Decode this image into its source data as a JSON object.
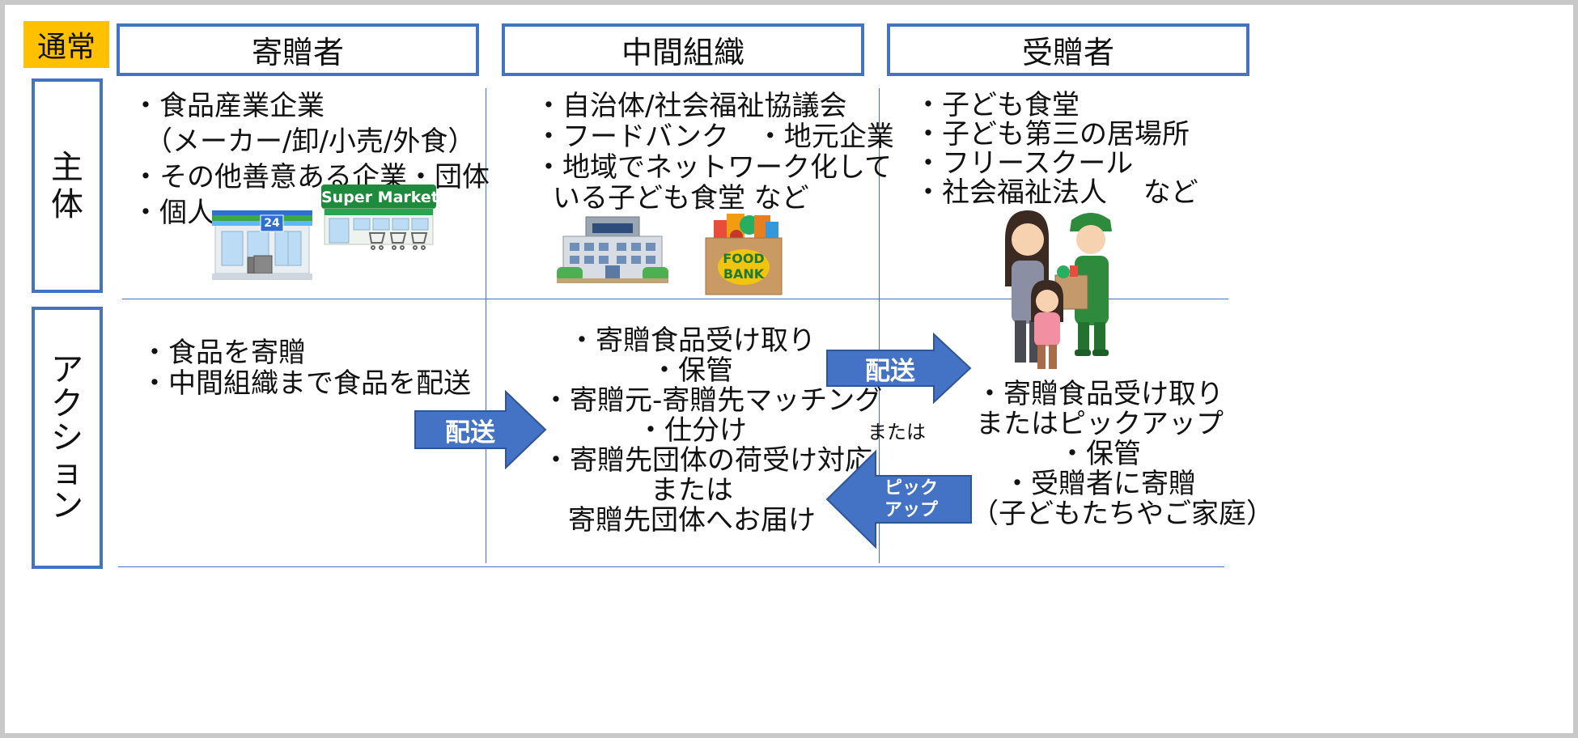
{
  "badge": "通常",
  "columns": {
    "donor": "寄贈者",
    "intermediary": "中間組織",
    "recipient": "受贈者"
  },
  "rows": {
    "entity": [
      "主",
      "体"
    ],
    "action": [
      "ア",
      "ク",
      "シ",
      "ョ",
      "ン"
    ]
  },
  "entity": {
    "donor": [
      "・食品産業企業",
      "（メーカー/卸/小売/外食）",
      "・その他善意ある企業・団体",
      "・個人"
    ],
    "intermediary": [
      "・自治体/社会福祉協議会",
      "・フードバンク　・地元企業",
      "・地域でネットワーク化して",
      "いる子ども食堂 など"
    ],
    "recipient": [
      "・子ども食堂",
      "・子ども第三の居場所",
      "・フリースクール",
      "・社会福祉法人　 など"
    ]
  },
  "action": {
    "donor": [
      "・食品を寄贈",
      "・中間組織まで食品を配送"
    ],
    "intermediary": [
      "・寄贈食品受け取り",
      "・保管",
      "・寄贈元-寄贈先マッチング",
      "・仕分け",
      "・寄贈先団体の荷受け対応",
      "または",
      "寄贈先団体へお届け"
    ],
    "recipient": [
      "・寄贈食品受け取り",
      "またはピックアップ",
      "・保管",
      "・受贈者に寄贈",
      "（子どもたちやご家庭）"
    ]
  },
  "arrows": {
    "delivery_1": "配送",
    "delivery_2": "配送",
    "or_label": "または",
    "pickup": [
      "ピック",
      "アップ"
    ]
  },
  "illustrations": {
    "supermarket_sign": "Super Market",
    "store_number": "24",
    "foodbank_label": [
      "FOOD",
      "BANK"
    ]
  },
  "colors": {
    "accent_blue": "#4472c4",
    "badge_yellow": "#ffc000",
    "store_green": "#1e8a3c"
  }
}
